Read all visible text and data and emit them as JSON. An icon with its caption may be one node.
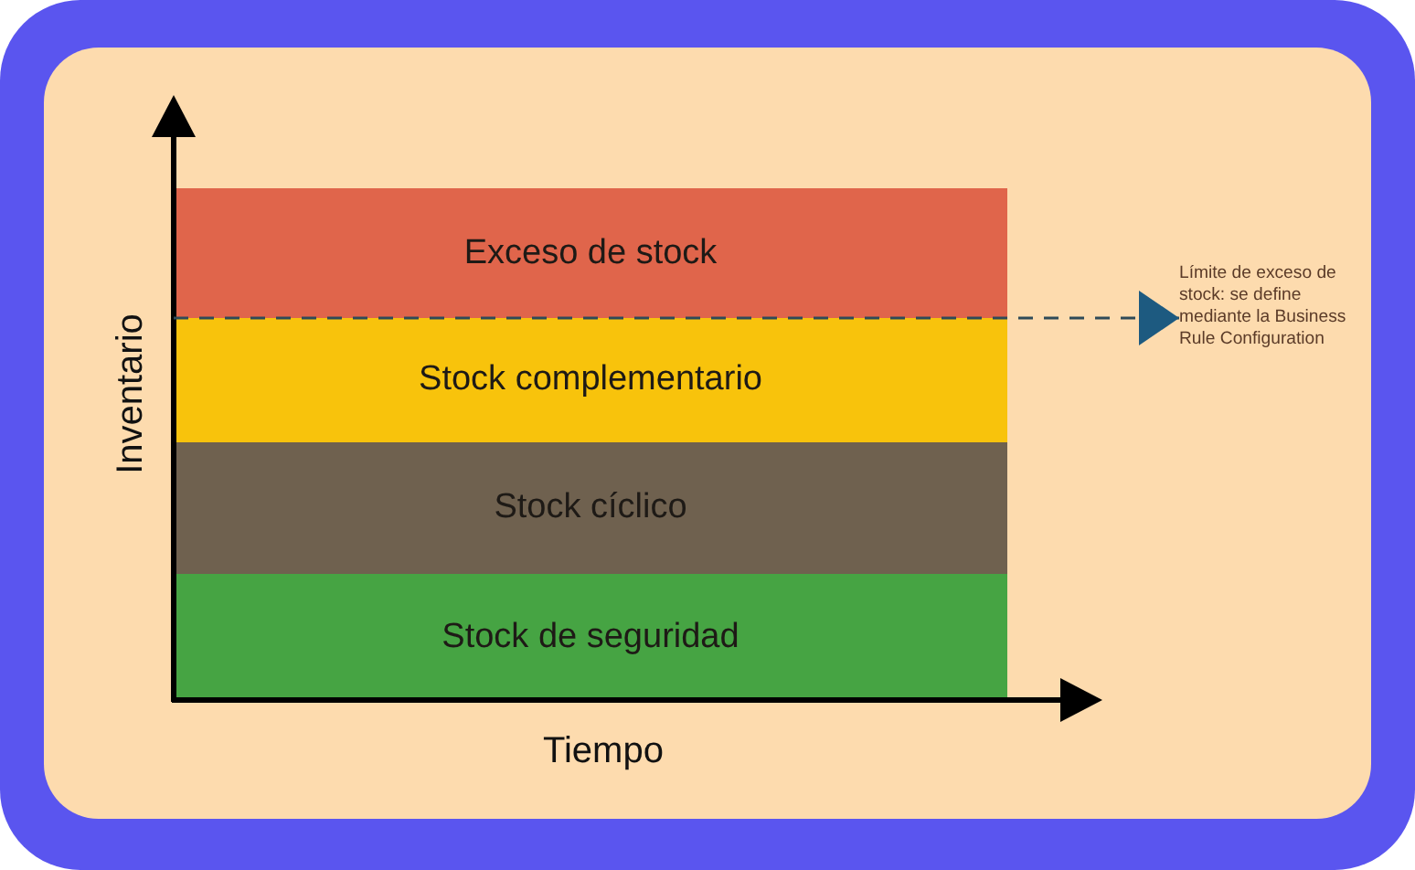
{
  "diagram": {
    "nodes": [
      {
        "text": [
          "Exceso de stock"
        ]
      },
      {
        "text": [
          "Stock complementario"
        ]
      },
      {
        "text": [
          "Stock cíclico"
        ]
      },
      {
        "text": [
          "Stock de seguridad"
        ]
      },
      {
        "text": [
          "Límite de exceso de stock: se define mediante la Business Rule Configuration"
        ]
      }
    ],
    "edges": [
      {
        "from": 0,
        "to": 4,
        "arrow": "to",
        "style": "dashed"
      }
    ],
    "labels": [
      "Inventario",
      "Tiempo"
    ]
  }
}
